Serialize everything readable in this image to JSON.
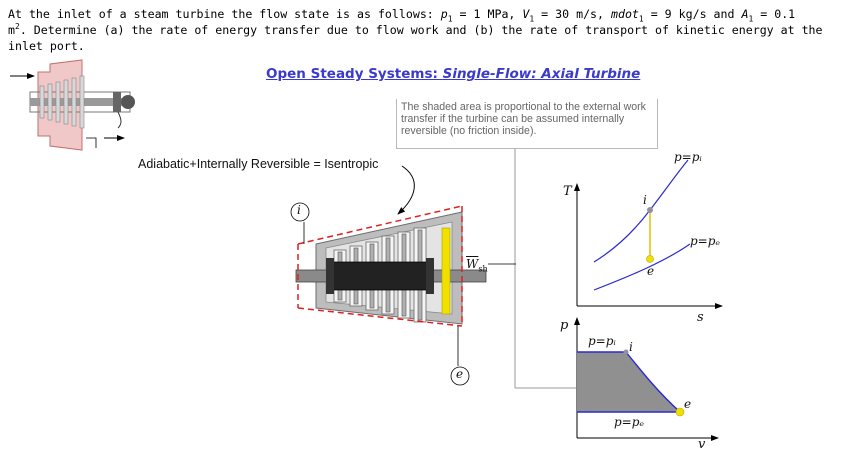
{
  "problem": {
    "text_1": "At the inlet of a steam turbine the flow state is as follows: ",
    "p_var": "p",
    "p_sub": "1",
    "p_val": " = 1 MPa, ",
    "v_var": "V",
    "v_sub": "1",
    "v_val": " = 30 m/s, ",
    "mdot_var": "mdot",
    "mdot_sub": "1",
    "mdot_val": " = 9 kg/s and ",
    "a_var": "A",
    "a_sub": "1",
    "a_val": " = 0.1",
    "unit": "m",
    "unit_sup": "2",
    "text_2": ". Determine (a) the rate of energy transfer due to flow work and (b) the rate of transport of kinetic energy at the inlet port."
  },
  "title": {
    "part1": "Open Steady Systems: ",
    "part2": "Single-Flow: Axial Turbine"
  },
  "note": "The shaded area is proportional to the external work transfer if the turbine can be assumed internally reversible (no friction inside).",
  "process_label": "Adiabatic+Internally Reversible = Isentropic",
  "ports": {
    "inlet": "i",
    "exit": "e"
  },
  "shaft_work": {
    "symbol": "W",
    "sub": "sh"
  },
  "ts_diagram": {
    "y_axis": "T",
    "x_axis": "s",
    "isobar_high": "p=pᵢ",
    "isobar_low": "p=pₑ",
    "state_i": "i",
    "state_e": "e"
  },
  "pv_diagram": {
    "y_axis": "p",
    "x_axis": "v",
    "isobar_high": "p=pᵢ",
    "isobar_low": "p=pₑ",
    "state_i": "i",
    "state_e": "e"
  },
  "colors": {
    "title": "#3a3acc",
    "boundary": "#e02020",
    "isobar": "#2a2ad0",
    "casing": "#9a9a9a",
    "stage": "#e8e8e8",
    "rotor": "#222222",
    "state_i": "#9090a0",
    "state_e": "#f0e000",
    "shaded_area": "#909090",
    "thumbnail": "#f0c8c8"
  }
}
